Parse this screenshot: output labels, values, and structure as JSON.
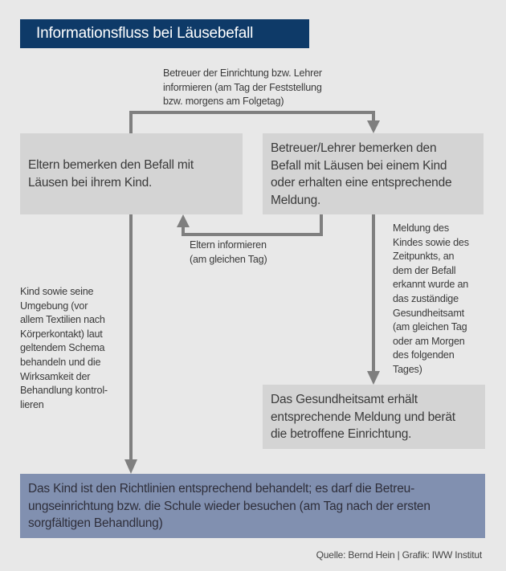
{
  "title": "Informationsfluss bei Läusebefall",
  "top_label": [
    "Betreuer der Einrichtung bzw. Lehrer",
    "informieren (am Tag der Feststellung",
    "bzw. morgens am Folgetag)"
  ],
  "box_parents": [
    "Eltern bemerken den Befall mit",
    "Läusen bei ihrem Kind."
  ],
  "box_staff": [
    "Betreuer/Lehrer bemerken den",
    "Befall mit Läusen bei einem Kind",
    "oder erhalten eine entsprechende",
    "Meldung."
  ],
  "return_label": [
    "Eltern informieren",
    "(am gleichen Tag)"
  ],
  "right_label": [
    "Meldung des",
    "Kindes sowie des",
    "Zeitpunkts, an",
    "dem der Befall",
    "erkannt wurde an",
    "das zuständige",
    "Gesundheitsamt",
    "(am gleichen Tag",
    "oder am Morgen",
    "des folgenden",
    "Tages)"
  ],
  "left_label": [
    "Kind sowie seine",
    "Umgebung (vor",
    "allem Textilien nach",
    "Körperkontakt) laut",
    "geltendem Schema",
    "behandeln und die",
    "Wirksamkeit der",
    "Behandlung kontrol-",
    "lieren"
  ],
  "box_health": [
    "Das Gesundheitsamt erhält",
    "entsprechende Meldung und berät",
    "die betroffene Einrichtung."
  ],
  "box_final": [
    "Das Kind ist den Richtlinien entsprechend behandelt; es darf die Betreu-",
    "ungseinrichtung bzw. die Schule wieder besuchen (am Tag nach der ersten",
    "sorgfältigen Behandlung)"
  ],
  "footer": "Quelle: Bernd Hein | Grafik: IWW Institut",
  "colors": {
    "title_bg": "#0e3a68",
    "box": "#d4d4d4",
    "final_box": "#8190b0",
    "arrow": "#7f7f7f"
  }
}
